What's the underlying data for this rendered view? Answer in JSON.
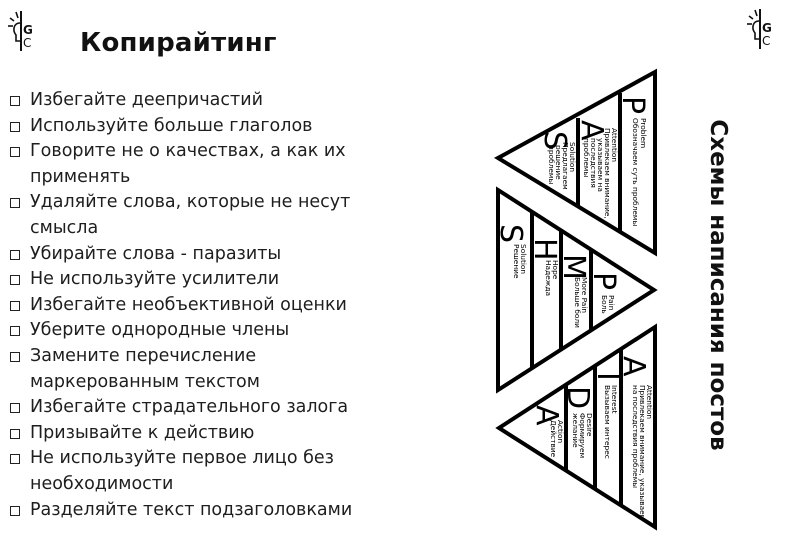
{
  "header": {
    "title": "Копирайтинг",
    "logo_letters": [
      "G",
      "C"
    ]
  },
  "tips": [
    {
      "text": "Избегайте деепричастий"
    },
    {
      "text": "Используйте больше глаголов"
    },
    {
      "text": "Говорите не о качествах, а как их применять"
    },
    {
      "text": "Удаляйте слова, которые не несут смысла"
    },
    {
      "text": "Убирайте слова - паразиты"
    },
    {
      "text": "Не используйте усилители"
    },
    {
      "text": "Избегайте необъективной оценки"
    },
    {
      "text": "Уберите однородные члены"
    },
    {
      "text": "Замените перечисление маркерованным текстом"
    },
    {
      "text": "Избегайте страдательного залога"
    },
    {
      "text": "Призывайте к действию"
    },
    {
      "text": "Не используйте первое лицо без необходимости"
    },
    {
      "text": "Разделяйте текст подзаголовками"
    }
  ],
  "schemes_title": "Схемы написания постов",
  "schemes": {
    "pas": {
      "layers": [
        {
          "letter": "P",
          "lines": [
            "Problem",
            "Обозначаем суть проблемы"
          ]
        },
        {
          "letter": "A",
          "lines": [
            "Attention",
            "Привлекаем внимание,",
            "указываем на",
            "последствия",
            "проблемы"
          ]
        },
        {
          "letter": "S",
          "lines": [
            "Solution",
            "Предлагаем",
            "решение",
            "проблемы"
          ]
        }
      ]
    },
    "pmhs": {
      "layers": [
        {
          "letter": "S",
          "lines": [
            "Solution",
            "Решение"
          ]
        },
        {
          "letter": "H",
          "lines": [
            "Hope",
            "Надежда"
          ]
        },
        {
          "letter": "M",
          "lines": [
            "More Pain",
            "Больше боли"
          ]
        },
        {
          "letter": "P",
          "lines": [
            "Pain",
            "Боль"
          ]
        }
      ]
    },
    "aida": {
      "layers": [
        {
          "letter": "A",
          "lines": [
            "Attention",
            "Привлекаем внимание, указываем",
            "на последствия проблемы"
          ]
        },
        {
          "letter": "I",
          "lines": [
            "Interest",
            "Вызываем интерес"
          ]
        },
        {
          "letter": "D",
          "lines": [
            "Desire",
            "Формируем",
            "желание"
          ]
        },
        {
          "letter": "A",
          "lines": [
            "Action",
            "Действие"
          ]
        }
      ]
    }
  }
}
